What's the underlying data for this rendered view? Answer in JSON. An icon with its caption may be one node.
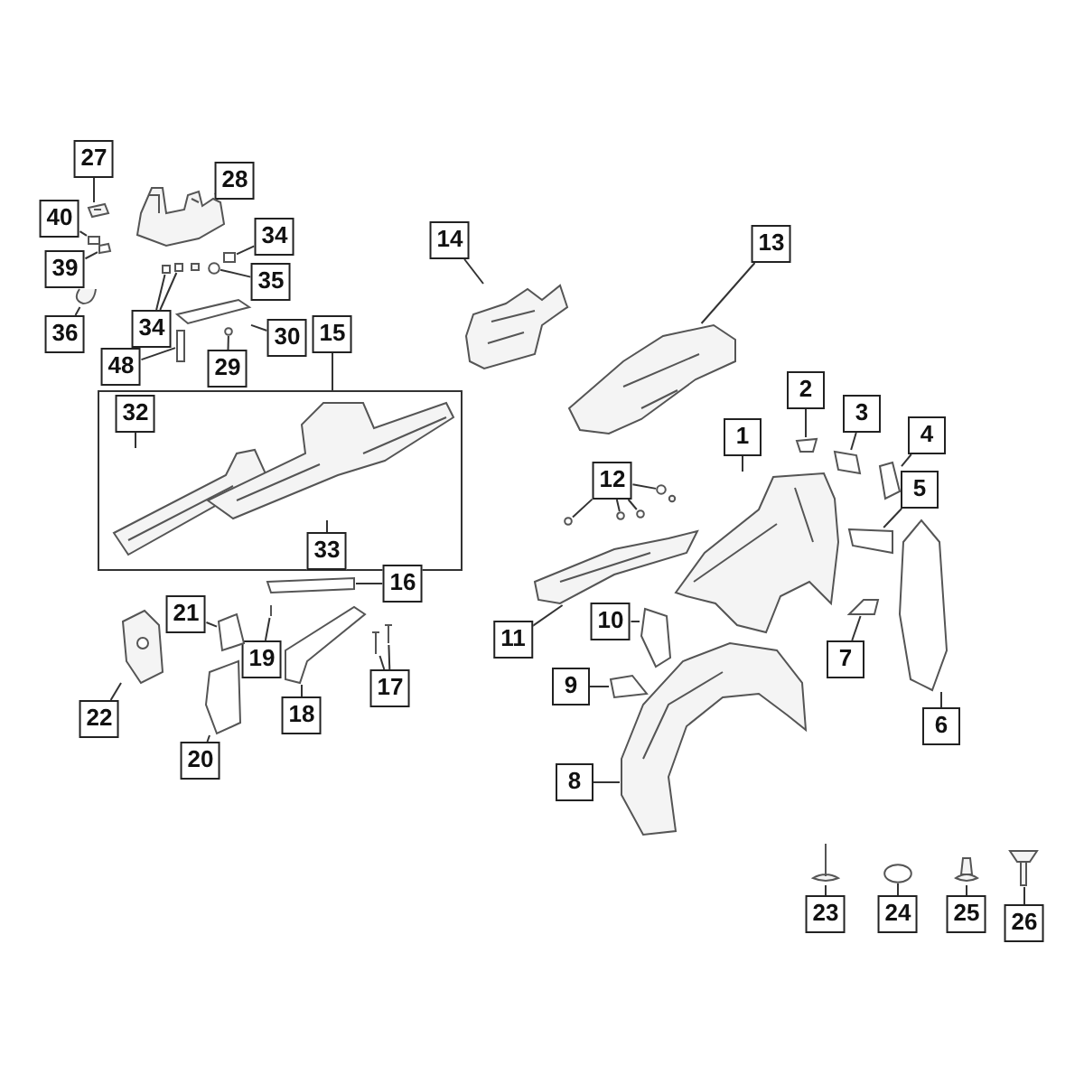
{
  "diagram": {
    "nodes": [
      {
        "text": [
          "27"
        ]
      },
      {
        "text": [
          "28"
        ]
      },
      {
        "text": [
          "40"
        ]
      },
      {
        "text": [
          "34"
        ]
      },
      {
        "text": [
          "39"
        ]
      },
      {
        "text": [
          "35"
        ]
      },
      {
        "text": [
          "36"
        ]
      },
      {
        "text": [
          "34"
        ]
      },
      {
        "text": [
          "30"
        ]
      },
      {
        "text": [
          "15"
        ]
      },
      {
        "text": [
          "48"
        ]
      },
      {
        "text": [
          "29"
        ]
      },
      {
        "text": [
          "14"
        ]
      },
      {
        "text": [
          "13"
        ]
      },
      {
        "text": [
          "2"
        ]
      },
      {
        "text": [
          "3"
        ]
      },
      {
        "text": [
          "1"
        ]
      },
      {
        "text": [
          "4"
        ]
      },
      {
        "text": [],
        "shape": "box"
      },
      {
        "text": [
          "32"
        ],
        "in": 18
      },
      {
        "text": [
          "12"
        ]
      },
      {
        "text": [
          "5"
        ]
      },
      {
        "text": [
          "33"
        ],
        "in": 18
      },
      {
        "text": [
          "16"
        ]
      },
      {
        "text": [
          "21"
        ]
      },
      {
        "text": [
          "10"
        ]
      },
      {
        "text": [
          "11"
        ]
      },
      {
        "text": [
          "19"
        ]
      },
      {
        "text": [
          "7"
        ]
      },
      {
        "text": [
          "9"
        ]
      },
      {
        "text": [
          "17"
        ]
      },
      {
        "text": [
          "22"
        ]
      },
      {
        "text": [
          "18"
        ]
      },
      {
        "text": [
          "6"
        ]
      },
      {
        "text": [
          "20"
        ]
      },
      {
        "text": [
          "8"
        ]
      },
      {
        "text": [
          "23"
        ]
      },
      {
        "text": [
          "24"
        ]
      },
      {
        "text": [
          "25"
        ]
      },
      {
        "text": [
          "26"
        ]
      },
      {
        "text": [],
        "shape": "picture"
      },
      {
        "text": [],
        "shape": "picture"
      },
      {
        "text": [],
        "shape": "box"
      },
      {
        "text": [],
        "shape": "box"
      },
      {
        "text": [],
        "shape": "box"
      },
      {
        "text": [],
        "shape": "box"
      },
      {
        "text": [],
        "shape": "box"
      },
      {
        "text": [],
        "shape": "circle"
      },
      {
        "text": [],
        "shape": "picture"
      },
      {
        "text": [],
        "shape": "box"
      },
      {
        "text": [],
        "shape": "box"
      },
      {
        "text": [],
        "shape": "circle"
      },
      {
        "text": [],
        "shape": "picture"
      },
      {
        "text": [],
        "shape": "picture"
      },
      {
        "text": [],
        "shape": "box"
      },
      {
        "text": [],
        "shape": "box"
      },
      {
        "text": [],
        "shape": "picture"
      },
      {
        "text": [],
        "shape": "box"
      },
      {
        "text": [],
        "shape": "picture",
        "in": 18
      },
      {
        "text": [],
        "shape": "circle"
      },
      {
        "text": [],
        "shape": "box"
      },
      {
        "text": [],
        "shape": "picture",
        "in": 18
      },
      {
        "text": [],
        "shape": "box"
      },
      {
        "text": [],
        "shape": "box"
      },
      {
        "text": [],
        "shape": "box"
      },
      {
        "text": [],
        "shape": "picture"
      },
      {
        "text": [],
        "shape": "picture"
      },
      {
        "text": [],
        "shape": "box"
      },
      {
        "text": [],
        "shape": "box"
      },
      {
        "text": [],
        "shape": "picture"
      },
      {
        "text": [],
        "shape": "picture"
      },
      {
        "text": [],
        "shape": "picture"
      },
      {
        "text": [],
        "shape": "box"
      },
      {
        "text": [],
        "shape": "box"
      },
      {
        "text": [],
        "shape": "box"
      },
      {
        "text": [],
        "shape": "picture"
      },
      {
        "text": [],
        "shape": "picture"
      },
      {
        "text": [],
        "shape": "circle"
      },
      {
        "text": [],
        "shape": "picture"
      },
      {
        "text": [],
        "shape": "picture"
      },
      {
        "text": [],
        "shape": "circle"
      },
      {
        "text": [],
        "shape": "circle"
      },
      {
        "text": [],
        "shape": "circle"
      }
    ],
    "edges": [
      {
        "from": 0,
        "to": 40,
        "arrow": "none"
      },
      {
        "from": 1,
        "to": 41,
        "arrow": "none"
      },
      {
        "from": 2,
        "to": 42,
        "arrow": "none"
      },
      {
        "from": 3,
        "to": 43,
        "arrow": "none"
      },
      {
        "from": 4,
        "to": 44,
        "arrow": "none"
      },
      {
        "from": 5,
        "to": 47,
        "arrow": "none"
      },
      {
        "from": 6,
        "to": 48,
        "arrow": "none"
      },
      {
        "from": 7,
        "to": 45,
        "arrow": "none"
      },
      {
        "from": 7,
        "to": 46,
        "arrow": "none"
      },
      {
        "from": 8,
        "to": 49,
        "arrow": "none"
      },
      {
        "from": 9,
        "to": 18,
        "arrow": "none"
      },
      {
        "from": 10,
        "to": 50,
        "arrow": "none"
      },
      {
        "from": 11,
        "to": 51,
        "arrow": "none"
      },
      {
        "from": 12,
        "to": 52,
        "arrow": "none"
      },
      {
        "from": 13,
        "to": 53,
        "arrow": "none"
      },
      {
        "from": 14,
        "to": 54,
        "arrow": "none"
      },
      {
        "from": 15,
        "to": 55,
        "arrow": "none"
      },
      {
        "from": 16,
        "to": 56,
        "arrow": "none"
      },
      {
        "from": 17,
        "to": 57,
        "arrow": "none"
      },
      {
        "from": 19,
        "to": 58,
        "arrow": "none"
      },
      {
        "from": 20,
        "to": 59,
        "arrow": "none"
      },
      {
        "from": 20,
        "to": 80,
        "arrow": "none"
      },
      {
        "from": 20,
        "to": 81,
        "arrow": "none"
      },
      {
        "from": 20,
        "to": 82,
        "arrow": "none"
      },
      {
        "from": 21,
        "to": 60,
        "arrow": "none"
      },
      {
        "from": 22,
        "to": 61,
        "arrow": "none"
      },
      {
        "from": 23,
        "to": 62,
        "arrow": "none"
      },
      {
        "from": 24,
        "to": 63,
        "arrow": "none"
      },
      {
        "from": 25,
        "to": 64,
        "arrow": "none"
      },
      {
        "from": 26,
        "to": 65,
        "arrow": "none"
      },
      {
        "from": 27,
        "to": 66,
        "arrow": "none"
      },
      {
        "from": 28,
        "to": 67,
        "arrow": "none"
      },
      {
        "from": 29,
        "to": 68,
        "arrow": "none"
      },
      {
        "from": 30,
        "to": 69,
        "arrow": "none"
      },
      {
        "from": 30,
        "to": 70,
        "arrow": "none"
      },
      {
        "from": 31,
        "to": 71,
        "arrow": "none"
      },
      {
        "from": 32,
        "to": 72,
        "arrow": "none"
      },
      {
        "from": 33,
        "to": 73,
        "arrow": "none"
      },
      {
        "from": 34,
        "to": 74,
        "arrow": "none"
      },
      {
        "from": 35,
        "to": 75,
        "arrow": "none"
      },
      {
        "from": 36,
        "to": 76,
        "arrow": "none"
      },
      {
        "from": 37,
        "to": 77,
        "arrow": "none"
      },
      {
        "from": 38,
        "to": 78,
        "arrow": "none"
      },
      {
        "from": 39,
        "to": 79,
        "arrow": "none"
      }
    ]
  }
}
